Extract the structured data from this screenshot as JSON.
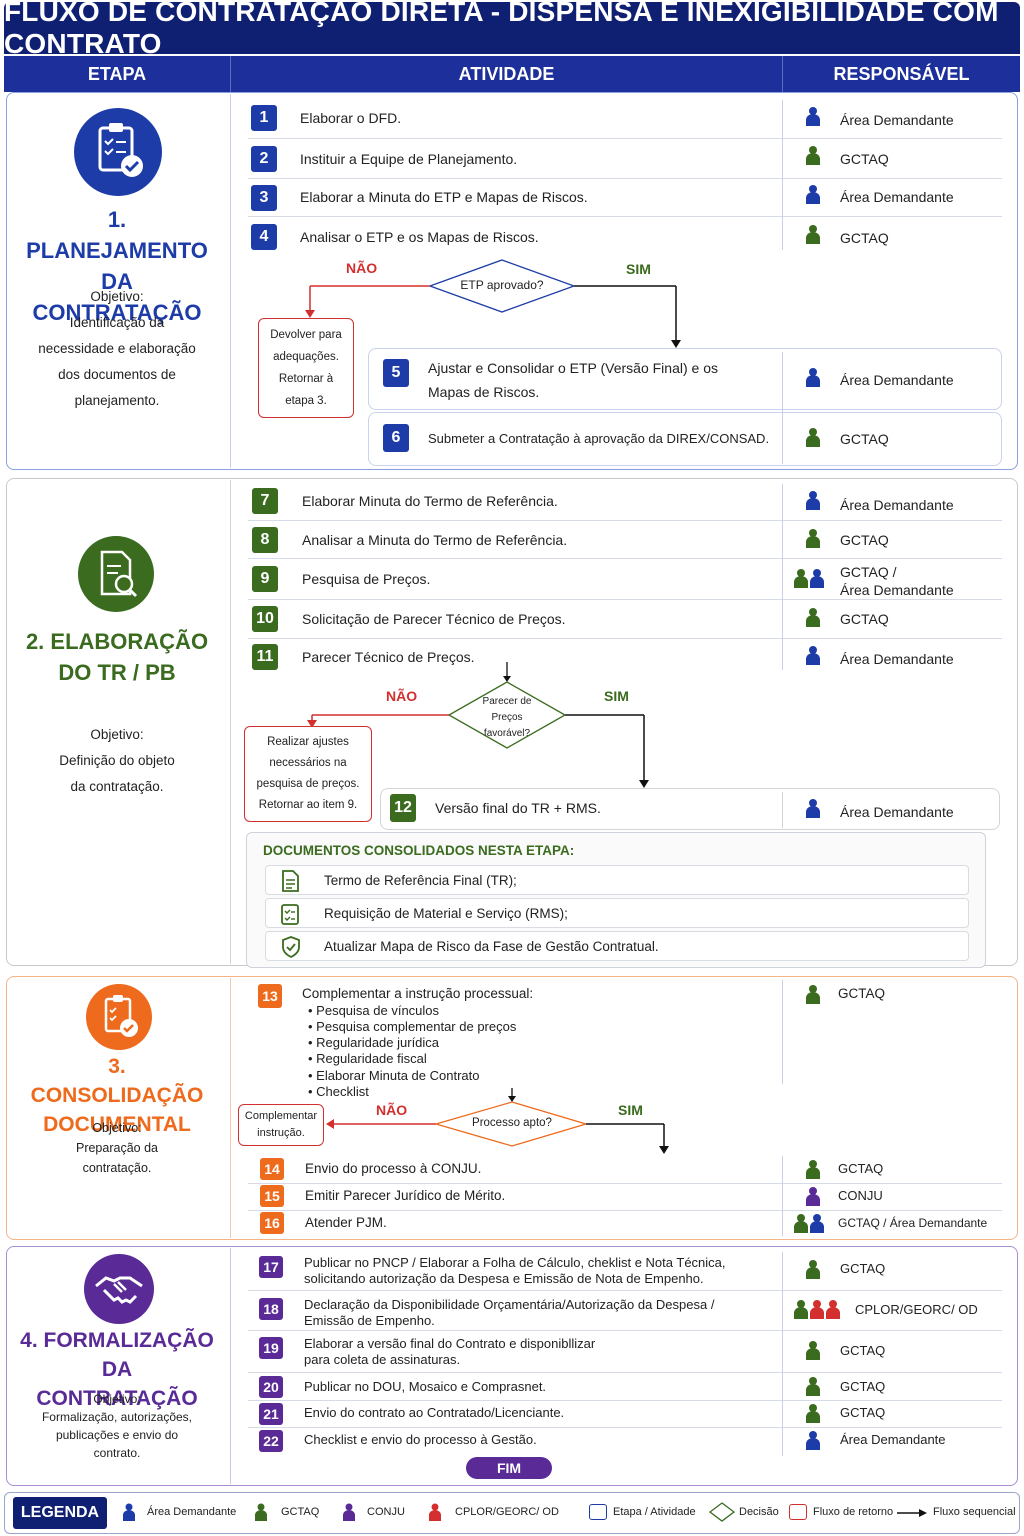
{
  "title": "FLUXO DE CONTRATAÇÃO DIRETA - DISPENSA E INEXIGIBILIDADE COM CONTRATO",
  "columns": {
    "stage": "ETAPA",
    "activity": "ATIVIDADE",
    "responsible": "RESPONSÁVEL"
  },
  "colors": {
    "blue": "#1e3ca8",
    "green": "#3a6b1e",
    "orange": "#ee6a1c",
    "purple": "#5a2b96",
    "red": "#d32f2f",
    "header": "#0f1f72"
  },
  "stages": [
    {
      "title_line1": "1. PLANEJAMENTO",
      "title_line2": "DA CONTRATAÇÃO",
      "objective": [
        "Objetivo:",
        "Identificação da",
        "necessidade e elaboração",
        "dos documentos de",
        "planejamento."
      ],
      "icon": "clipboard-check-icon"
    },
    {
      "title_line1": "2. ELABORAÇÃO",
      "title_line2": "DO TR / PB",
      "objective": [
        "Objetivo:",
        "Definição do objeto",
        "da contratação."
      ],
      "icon": "document-search-icon"
    },
    {
      "title_line1": "3. CONSOLIDAÇÃO",
      "title_line2": "DOCUMENTAL",
      "objective": [
        "Objetivo:",
        "Preparação da",
        "contratação."
      ],
      "icon": "clipboard-check-icon"
    },
    {
      "title_line1": "4. FORMALIZAÇÃO",
      "title_line2": "DA CONTRATAÇÃO",
      "objective": [
        "Objetivo:",
        "Formalização, autorizações,",
        "publicações e envio do",
        "contrato."
      ],
      "icon": "handshake-icon"
    }
  ],
  "activities": {
    "a1": {
      "n": "1",
      "text": "Elaborar o DFD.",
      "resp": "Área Demandante"
    },
    "a2": {
      "n": "2",
      "text": "Instituir a Equipe de Planejamento.",
      "resp": "GCTAQ"
    },
    "a3": {
      "n": "3",
      "text": "Elaborar a Minuta do ETP e Mapas de Riscos.",
      "resp": "Área Demandante"
    },
    "a4": {
      "n": "4",
      "text": "Analisar o ETP e os Mapas de Riscos.",
      "resp": "GCTAQ"
    },
    "a5": {
      "n": "5",
      "text1": "Ajustar e Consolidar o ETP (Versão Final) e os",
      "text2": "Mapas de Riscos.",
      "resp": "Área Demandante"
    },
    "a6": {
      "n": "6",
      "text": "Submeter a Contratação à aprovação da DIREX/CONSAD.",
      "resp": "GCTAQ"
    },
    "a7": {
      "n": "7",
      "text": "Elaborar Minuta do Termo de Referência.",
      "resp": "Área Demandante"
    },
    "a8": {
      "n": "8",
      "text": "Analisar a Minuta do Termo de Referência.",
      "resp": "GCTAQ"
    },
    "a9": {
      "n": "9",
      "text": "Pesquisa de Preços.",
      "resp1": "GCTAQ /",
      "resp2": "Área Demandante"
    },
    "a10": {
      "n": "10",
      "text": "Solicitação de Parecer Técnico de Preços.",
      "resp": "GCTAQ"
    },
    "a11": {
      "n": "11",
      "text": "Parecer Técnico de Preços.",
      "resp": "Área Demandante"
    },
    "a12": {
      "n": "12",
      "text": "Versão final do TR + RMS.",
      "resp": "Área Demandante"
    },
    "a13": {
      "n": "13",
      "text": "Complementar a instrução processual:",
      "bullets": [
        "Pesquisa de vínculos",
        "Pesquisa complementar de preços",
        "Regularidade jurídica",
        "Regularidade fiscal",
        "Elaborar Minuta de Contrato",
        "Checklist"
      ],
      "resp": "GCTAQ"
    },
    "a14": {
      "n": "14",
      "text": "Envio do processo à CONJU.",
      "resp": "GCTAQ"
    },
    "a15": {
      "n": "15",
      "text": "Emitir Parecer Jurídico de Mérito.",
      "resp": "CONJU"
    },
    "a16": {
      "n": "16",
      "text": "Atender PJM.",
      "resp": "GCTAQ / Área Demandante"
    },
    "a17": {
      "n": "17",
      "text1": "Publicar no PNCP / Elaborar a Folha de Cálculo, cheklist e Nota Técnica,",
      "text2": "solicitando autorização da Despesa e Emissão de Nota de Empenho.",
      "resp": "GCTAQ"
    },
    "a18": {
      "n": "18",
      "text1": "Declaração da Disponibilidade Orçamentária/Autorização da Despesa /",
      "text2": "Emissão de Empenho.",
      "resp": "CPLOR/GEORC/ OD"
    },
    "a19": {
      "n": "19",
      "text1": "Elaborar a versão final do Contrato e disponibllizar",
      "text2": "para coleta de assinaturas.",
      "resp": "GCTAQ"
    },
    "a20": {
      "n": "20",
      "text": "Publicar no DOU, Mosaico e Comprasnet.",
      "resp": "GCTAQ"
    },
    "a21": {
      "n": "21",
      "text": "Envio do contrato ao Contratado/Licenciante.",
      "resp": "GCTAQ"
    },
    "a22": {
      "n": "22",
      "text": "Checklist e envio do processo à Gestão.",
      "resp": "Área Demandante"
    }
  },
  "decisions": {
    "d1": {
      "question": "ETP aprovado?",
      "no": "NÃO",
      "yes": "SIM",
      "return_lines": [
        "Devolver para",
        "adequações.",
        "Retornar à",
        "etapa 3."
      ]
    },
    "d2": {
      "question_lines": [
        "Parecer de",
        "Preços",
        "favorável?"
      ],
      "no": "NÃO",
      "yes": "SIM",
      "return_lines": [
        "Realizar ajustes",
        "necessários na",
        "pesquisa de preços.",
        "Retornar ao item 9."
      ]
    },
    "d3": {
      "question": "Processo apto?",
      "no": "NÃO",
      "yes": "SIM",
      "return_lines": [
        "Complementar",
        "instrução."
      ]
    }
  },
  "documents": {
    "title": "DOCUMENTOS CONSOLIDADOS NESTA ETAPA:",
    "items": [
      "Termo de Referência Final (TR);",
      "Requisição de Material e Serviço (RMS);",
      "Atualizar Mapa de Risco da Fase de Gestão Contratual."
    ]
  },
  "end_label": "FIM",
  "legend": {
    "title": "LEGENDA",
    "items": [
      "Área Demandante",
      "GCTAQ",
      "CONJU",
      "CPLOR/GEORC/ OD",
      "Etapa / Atividade",
      "Decisão",
      "Fluxo de retorno",
      "Fluxo sequencial"
    ]
  }
}
